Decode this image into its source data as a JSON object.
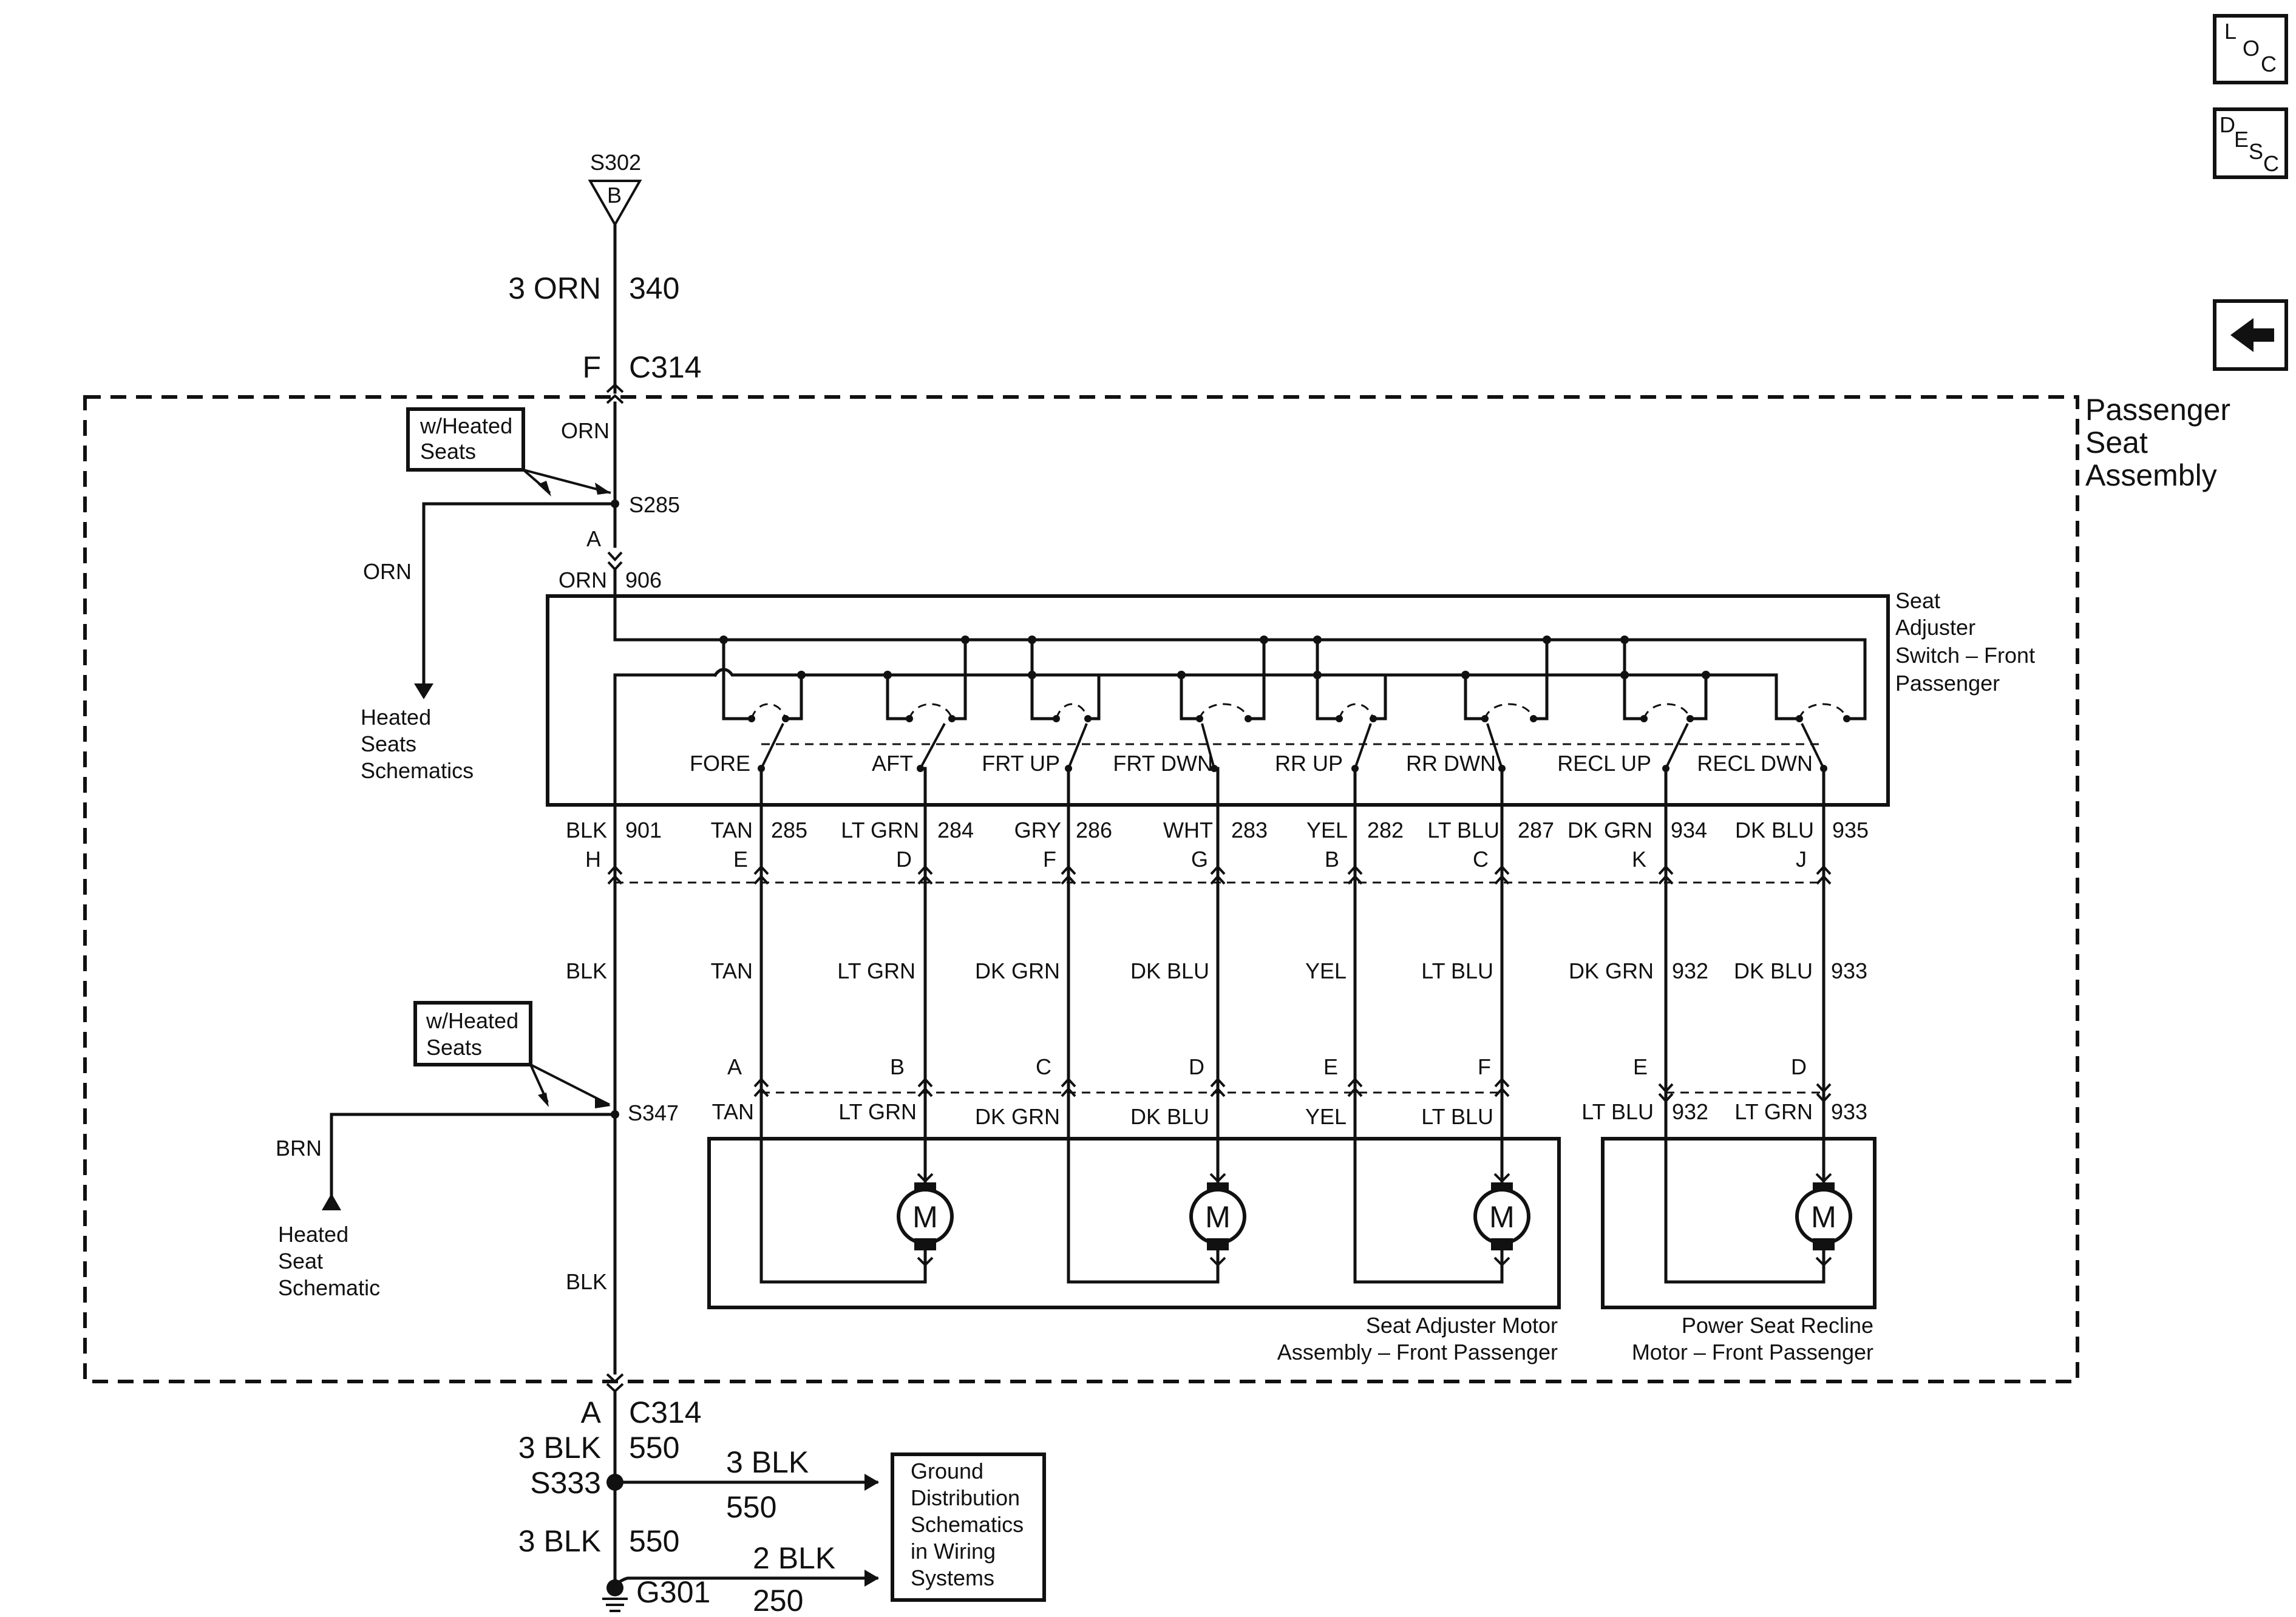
{
  "nav": {
    "loc_letters": [
      "L",
      "O",
      "C"
    ],
    "desc_letters": [
      "D",
      "E",
      "S",
      "C"
    ],
    "back_icon": "left-arrow-icon"
  },
  "top": {
    "splice_name": "S302",
    "splice_letter": "B",
    "wire_color": "3 ORN",
    "wire_circuit": "340",
    "conn_pin": "F",
    "conn_name": "C314"
  },
  "assembly": {
    "title_lines": [
      "Passenger",
      "Seat",
      "Assembly"
    ]
  },
  "heated_upper": {
    "option_lines": [
      "w/Heated",
      "Seats"
    ],
    "wire": "ORN",
    "splice": "S285",
    "pin": "A",
    "branch_wire": "ORN",
    "dest_lines": [
      "Heated",
      "Seats",
      "Schematics"
    ],
    "feed_color": "ORN",
    "feed_circuit": "906"
  },
  "switch": {
    "name_lines": [
      "Seat",
      "Adjuster",
      "Switch – Front",
      "Passenger"
    ],
    "positions": [
      "FORE",
      "AFT",
      "FRT UP",
      "FRT DWN",
      "RR UP",
      "RR DWN",
      "RECL UP",
      "RECL DWN"
    ]
  },
  "switch_outputs": [
    {
      "color": "BLK",
      "circuit": "901",
      "pin": "H"
    },
    {
      "color": "TAN",
      "circuit": "285",
      "pin": "E"
    },
    {
      "color": "LT GRN",
      "circuit": "284",
      "pin": "D"
    },
    {
      "color": "GRY",
      "circuit": "286",
      "pin": "F"
    },
    {
      "color": "WHT",
      "circuit": "283",
      "pin": "G"
    },
    {
      "color": "YEL",
      "circuit": "282",
      "pin": "B"
    },
    {
      "color": "LT BLU",
      "circuit": "287",
      "pin": "C"
    },
    {
      "color": "DK GRN",
      "circuit": "934",
      "pin": "K"
    },
    {
      "color": "DK BLU",
      "circuit": "935",
      "pin": "J"
    }
  ],
  "harness_mid": [
    {
      "color": "BLK"
    },
    {
      "color": "TAN"
    },
    {
      "color": "LT GRN"
    },
    {
      "color": "DK GRN"
    },
    {
      "color": "DK BLU"
    },
    {
      "color": "YEL"
    },
    {
      "color": "LT BLU"
    },
    {
      "color": "DK GRN",
      "circuit": "932"
    },
    {
      "color": "DK BLU",
      "circuit": "933"
    }
  ],
  "motor_connector": {
    "pins": [
      "A",
      "B",
      "C",
      "D",
      "E",
      "F"
    ],
    "colors": [
      "TAN",
      "LT GRN",
      "DK GRN",
      "DK BLU",
      "YEL",
      "LT BLU"
    ]
  },
  "recline_connector": {
    "pins": [
      "E",
      "D"
    ],
    "wires": [
      {
        "color": "LT BLU",
        "circuit": "932"
      },
      {
        "color": "LT GRN",
        "circuit": "933"
      }
    ]
  },
  "motor_label": "M",
  "motor_assembly_lines": [
    "Seat Adjuster Motor",
    "Assembly – Front Passenger"
  ],
  "recline_assembly_lines": [
    "Power Seat Recline",
    "Motor – Front Passenger"
  ],
  "heated_lower": {
    "option_lines": [
      "w/Heated",
      "Seats"
    ],
    "splice": "S347",
    "branch_wire": "BRN",
    "dest_lines": [
      "Heated",
      "Seat",
      "Schematic"
    ]
  },
  "ground_path": {
    "wire_mid": "BLK",
    "wire_low": "BLK",
    "conn_pin": "A",
    "conn_name": "C314",
    "wire1_color": "3 BLK",
    "wire1_circuit": "550",
    "splice": "S333",
    "branch_color": "3 BLK",
    "branch_circuit": "550",
    "wire2_color": "3 BLK",
    "wire2_circuit": "550",
    "ground_name": "G301",
    "gnd_branch_color": "2 BLK",
    "gnd_branch_circuit": "250",
    "dest_lines": [
      "Ground",
      "Distribution",
      "Schematics",
      "in Wiring",
      "Systems"
    ]
  }
}
